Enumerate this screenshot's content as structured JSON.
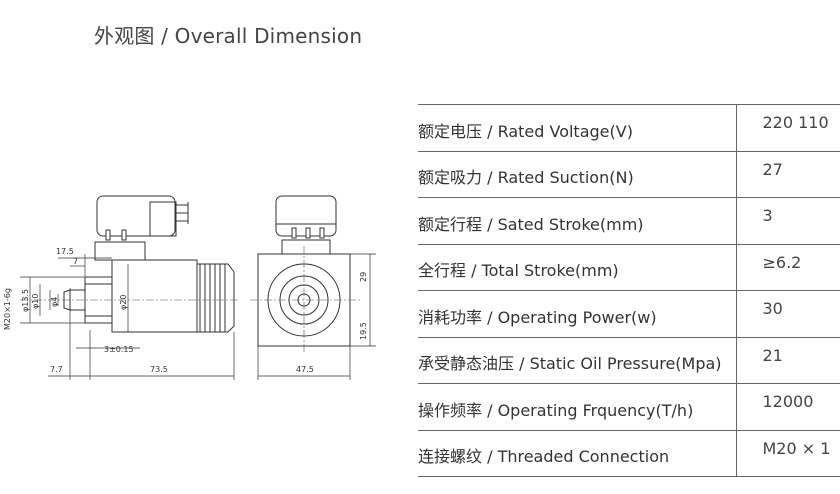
{
  "page": {
    "title": "外观图 / Overall Dimension"
  },
  "drawing": {
    "dimensions": {
      "d17_5": "17.5",
      "d7": "7",
      "d3": "3",
      "d3_tol": "3±0.15",
      "d7_7": "7.7",
      "d73_5": "73.5",
      "d47_5": "47.5",
      "d29": "29",
      "d19_5": "19.5",
      "phi20": "φ20",
      "phi13_5": "φ13.5",
      "phi10": "φ10",
      "phi4": "φ4",
      "thread": "M20×1-6g"
    }
  },
  "specs": [
    {
      "label": "额定电压 / Rated Voltage(V)",
      "value": "220  110"
    },
    {
      "label": "额定吸力 / Rated Suction(N)",
      "value": "27"
    },
    {
      "label": "额定行程 / Sated Stroke(mm)",
      "value": "3"
    },
    {
      "label": "全行程 / Total Stroke(mm)",
      "value": "≥6.2"
    },
    {
      "label": "消耗功率 / Operating Power(w)",
      "value": "30"
    },
    {
      "label": "承受静态油压 / Static Oil Pressure(Mpa)",
      "value": "21"
    },
    {
      "label": "操作频率 / Operating Frquency(T/h)",
      "value": "12000"
    },
    {
      "label": "连接螺纹 / Threaded Connection",
      "value": "M20 × 1"
    }
  ]
}
